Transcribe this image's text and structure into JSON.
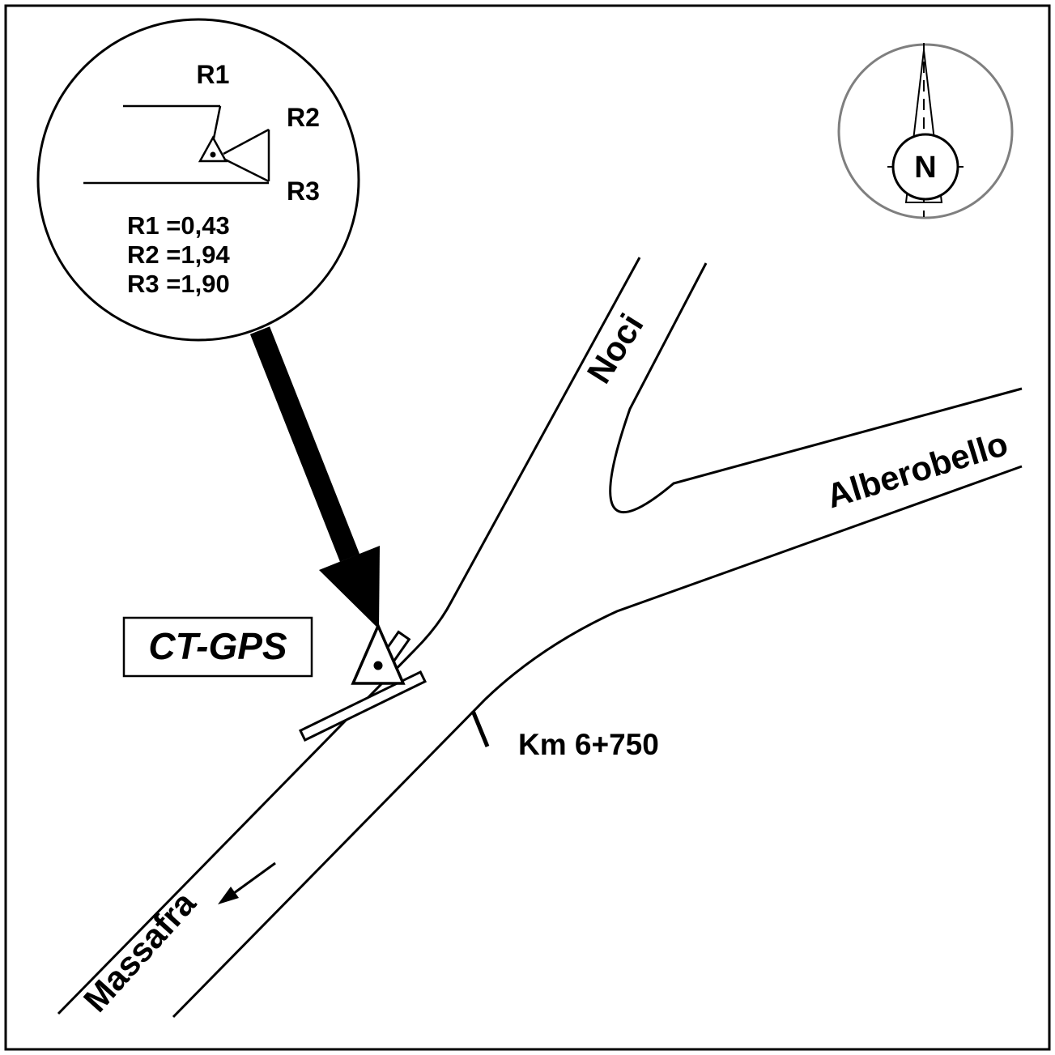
{
  "inset": {
    "r1_label": "R1",
    "r2_label": "R2",
    "r3_label": "R3",
    "r1_value": "R1 =0,43",
    "r2_value": "R2 =1,94",
    "r3_value": "R3 =1,90"
  },
  "compass": {
    "north_label": "N"
  },
  "station": {
    "label": "CT-GPS"
  },
  "roads": {
    "noci_label": "Noci",
    "alberobello_label": "Alberobello",
    "massafra_label": "Massafra"
  },
  "markers": {
    "km_label": "Km 6+750"
  },
  "colors": {
    "ink": "#000000",
    "compass_ring": "#7f7f7f",
    "background": "#ffffff"
  }
}
